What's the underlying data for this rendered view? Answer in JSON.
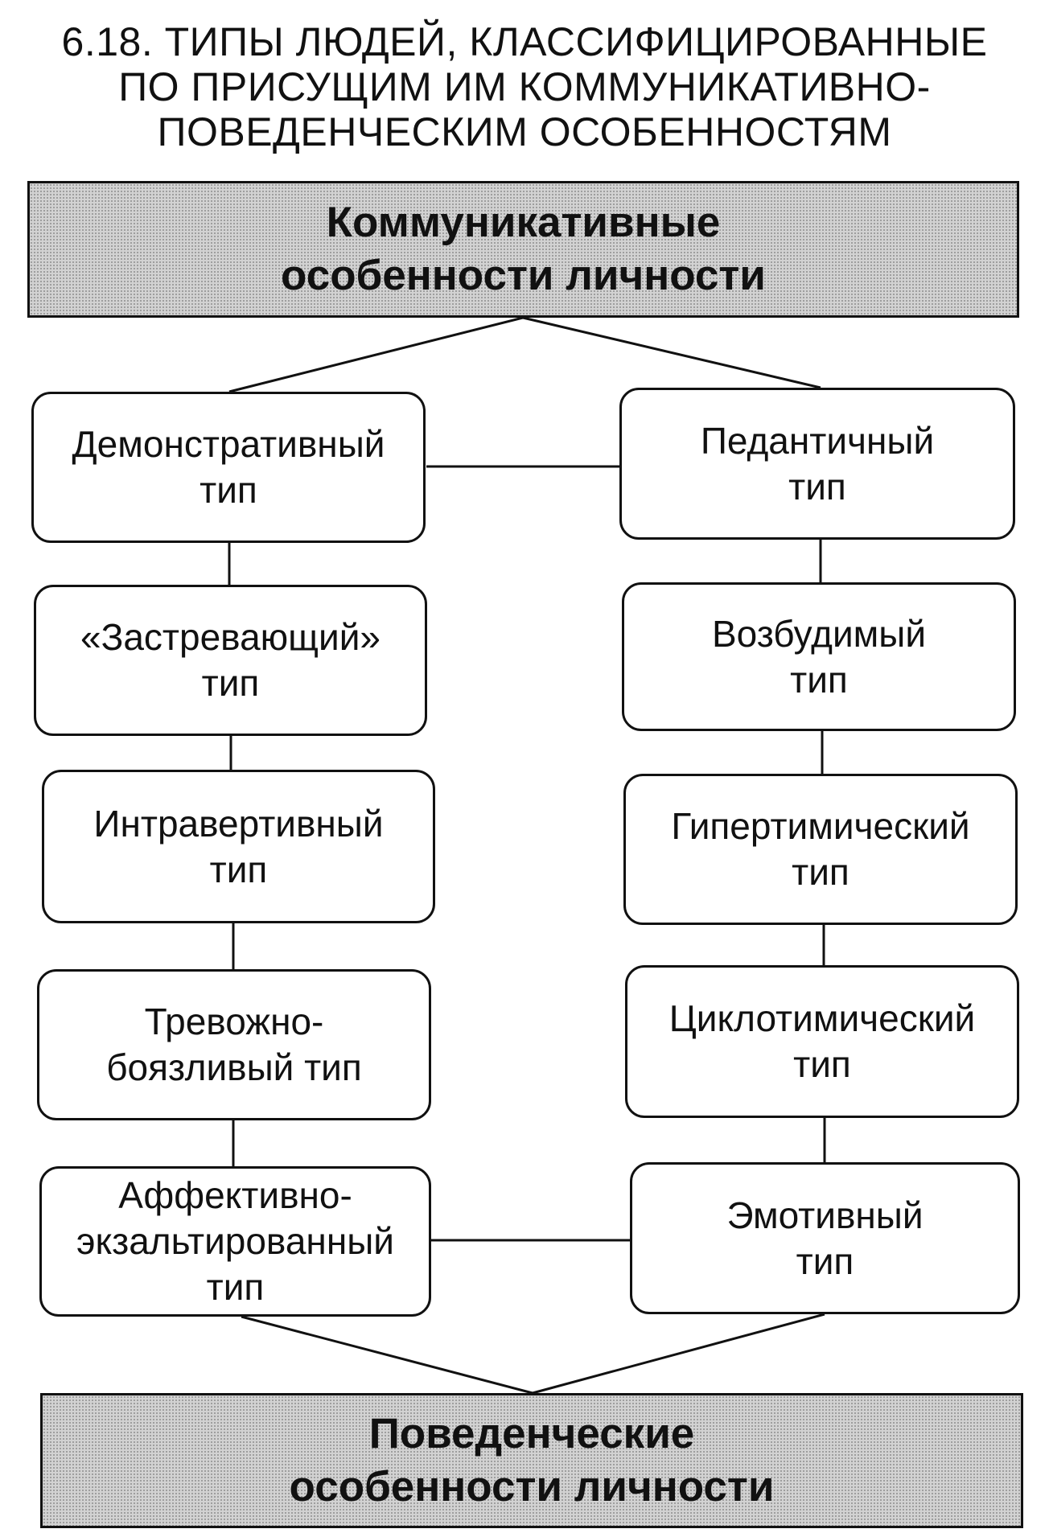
{
  "title": {
    "line1": "6.18. ТИПЫ ЛЮДЕЙ, КЛАССИФИЦИРОВАННЫЕ",
    "line2": "ПО ПРИСУЩИМ ИМ КОММУНИКАТИВНО-",
    "line3": "ПОВЕДЕНЧЕСКИМ ОСОБЕННОСТЯМ"
  },
  "top_banner": {
    "line1": "Коммуникативные",
    "line2": "особенности личности"
  },
  "left_column": [
    {
      "line1": "Демонстративный",
      "line2": "тип"
    },
    {
      "line1": "«Застревающий»",
      "line2": "тип"
    },
    {
      "line1": "Интравертивный",
      "line2": "тип"
    },
    {
      "line1": "Тревожно-",
      "line2": "боязливый тип"
    },
    {
      "line1": "Аффективно-",
      "line2": "экзальтированный",
      "line3": "тип"
    }
  ],
  "right_column": [
    {
      "line1": "Педантичный",
      "line2": "тип"
    },
    {
      "line1": "Возбудимый",
      "line2": "тип"
    },
    {
      "line1": "Гипертимический",
      "line2": "тип"
    },
    {
      "line1": "Циклотимический",
      "line2": "тип"
    },
    {
      "line1": "Эмотивный",
      "line2": "тип"
    }
  ],
  "bottom_banner": {
    "line1": "Поведенческие",
    "line2": "особенности личности"
  }
}
